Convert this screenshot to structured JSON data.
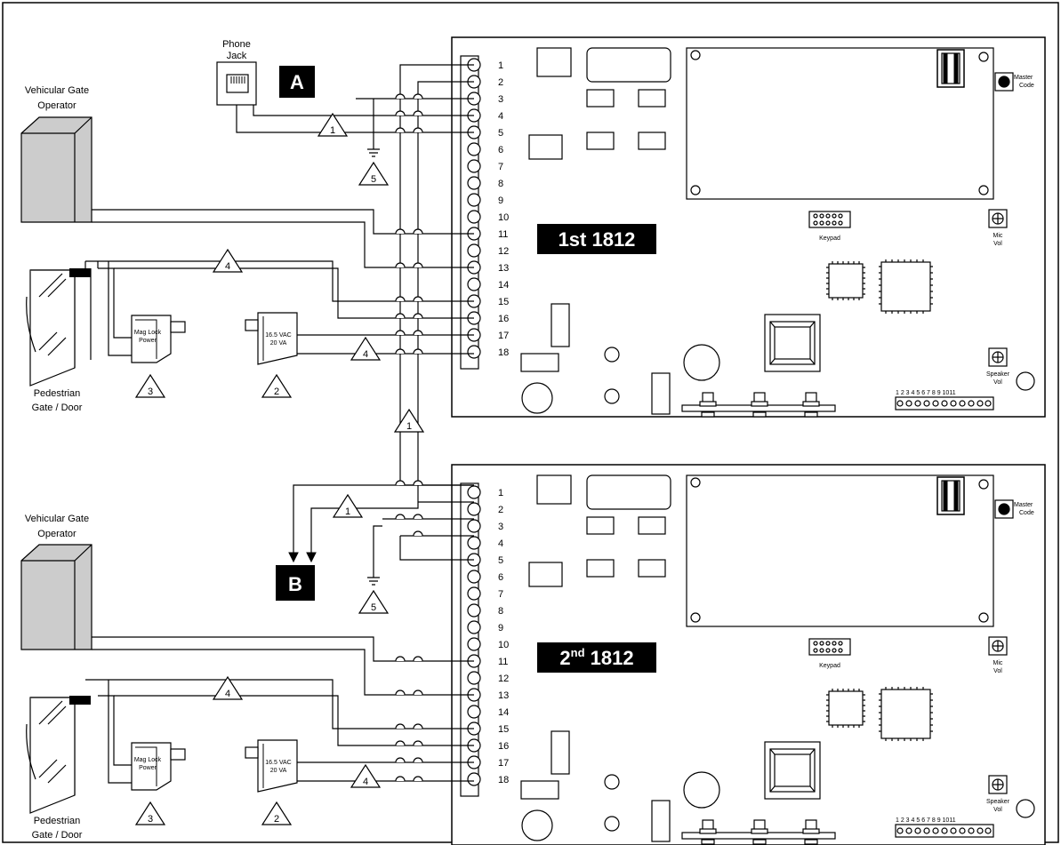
{
  "diagram": {
    "phone_jack": [
      "Phone",
      "Jack"
    ],
    "marker_a": "A",
    "marker_b": "B",
    "vehicular_operator": [
      "Vehicular Gate",
      "Operator"
    ],
    "pedestrian_gate": [
      "Pedestrian",
      "Gate / Door"
    ],
    "mag_lock": [
      "Mag Lock",
      "Power"
    ],
    "transformer": [
      "16.5 VAC",
      "20 VA"
    ],
    "callouts": {
      "one": "1",
      "two": "2",
      "three": "3",
      "four": "4",
      "five": "5"
    },
    "terminal_numbers": [
      "1",
      "2",
      "3",
      "4",
      "5",
      "6",
      "7",
      "8",
      "9",
      "10",
      "11",
      "12",
      "13",
      "14",
      "15",
      "16",
      "17",
      "18"
    ],
    "boards": [
      {
        "label": "1st 1812"
      },
      {
        "label_prefix": "2",
        "label_sup": "nd",
        "label_suffix": " 1812"
      }
    ],
    "board_text": {
      "master": [
        "Master",
        "Code"
      ],
      "keypad": "Keypad",
      "mic": [
        "Mic",
        "Vol"
      ],
      "speaker": [
        "Speaker",
        "Vol"
      ],
      "connector_numbers": "1 2 3 4 5 6 7 8 9 1011"
    }
  }
}
